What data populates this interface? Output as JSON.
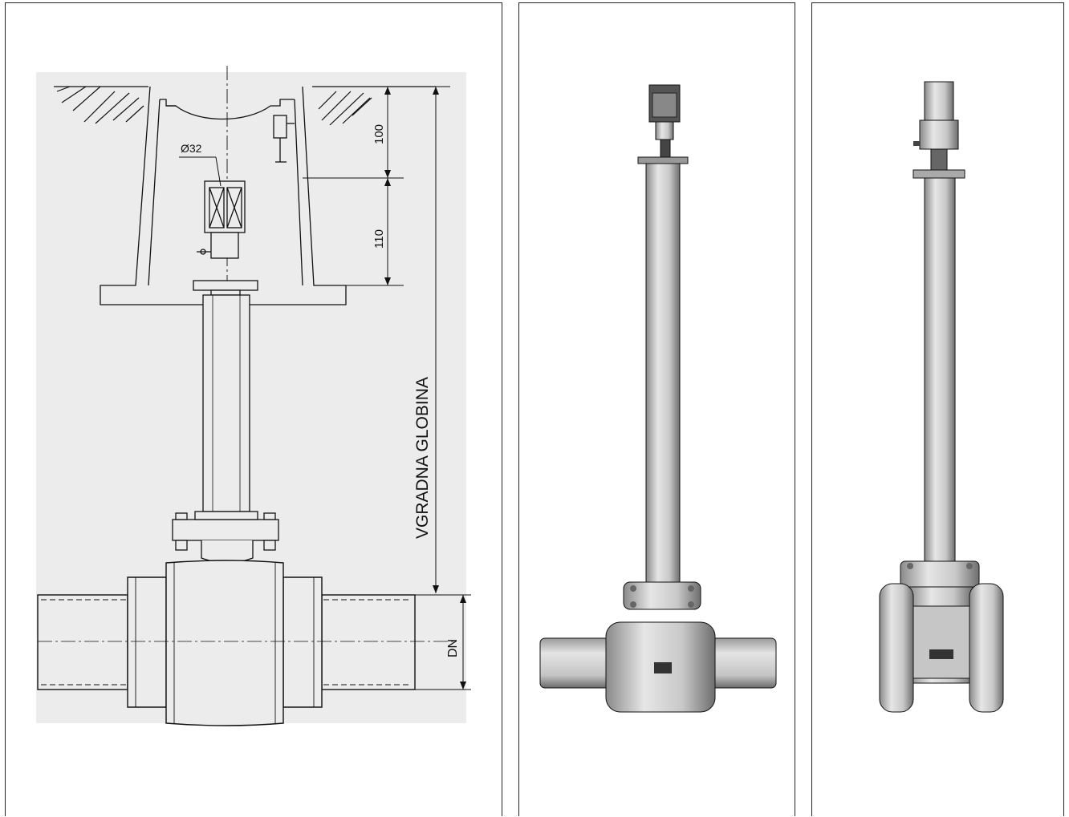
{
  "drawing": {
    "dim_top": "100",
    "dim_middle": "110",
    "dim_diameter": "Ø32",
    "label_depth": "VGRADNA GLOBINA",
    "label_dn": "DN"
  },
  "photos": [
    {
      "kind": "welded-end-ball-valve-icon"
    },
    {
      "kind": "flanged-valve-icon"
    }
  ],
  "colors": {
    "ink": "#111111",
    "drawing_bg": "#ececec",
    "metal_light": "#d9d9d9",
    "metal_mid": "#b8b8b8",
    "metal_dark": "#7a7a7a"
  }
}
